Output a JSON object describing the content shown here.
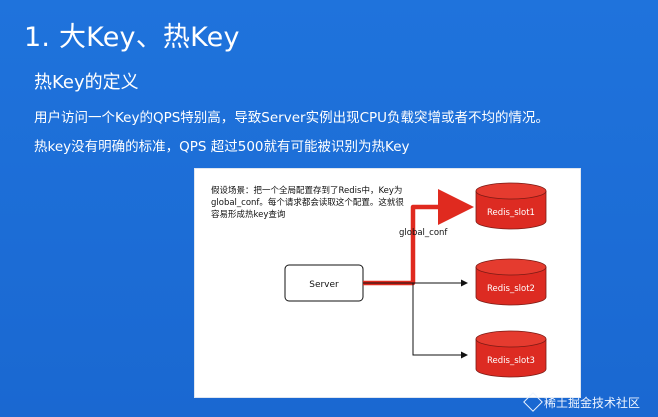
{
  "slide": {
    "title": "1. 大Key、热Key",
    "subtitle": "热Key的定义",
    "line1": "用户访问一个Key的QPS特别高，导致Server实例出现CPU负载突增或者不均的情况。",
    "line2": "热key没有明确的标准，QPS 超过500就有可能被识别为热Key"
  },
  "diagram": {
    "note_lines": [
      "假设场景：把一个全局配置存到了Redis中，Key为",
      "global_conf。每个请求都会读取这个配置。这就很",
      "容易形成热key查询"
    ],
    "server_label": "Server",
    "hot_key_label": "global_conf",
    "slots": [
      "Redis_slot1",
      "Redis_slot2",
      "Redis_slot3"
    ],
    "colors": {
      "slot_fill": "#dd2b22",
      "hot_arrow": "#e02a1f"
    }
  },
  "footer": {
    "watermark": "稀土掘金技术社区"
  }
}
